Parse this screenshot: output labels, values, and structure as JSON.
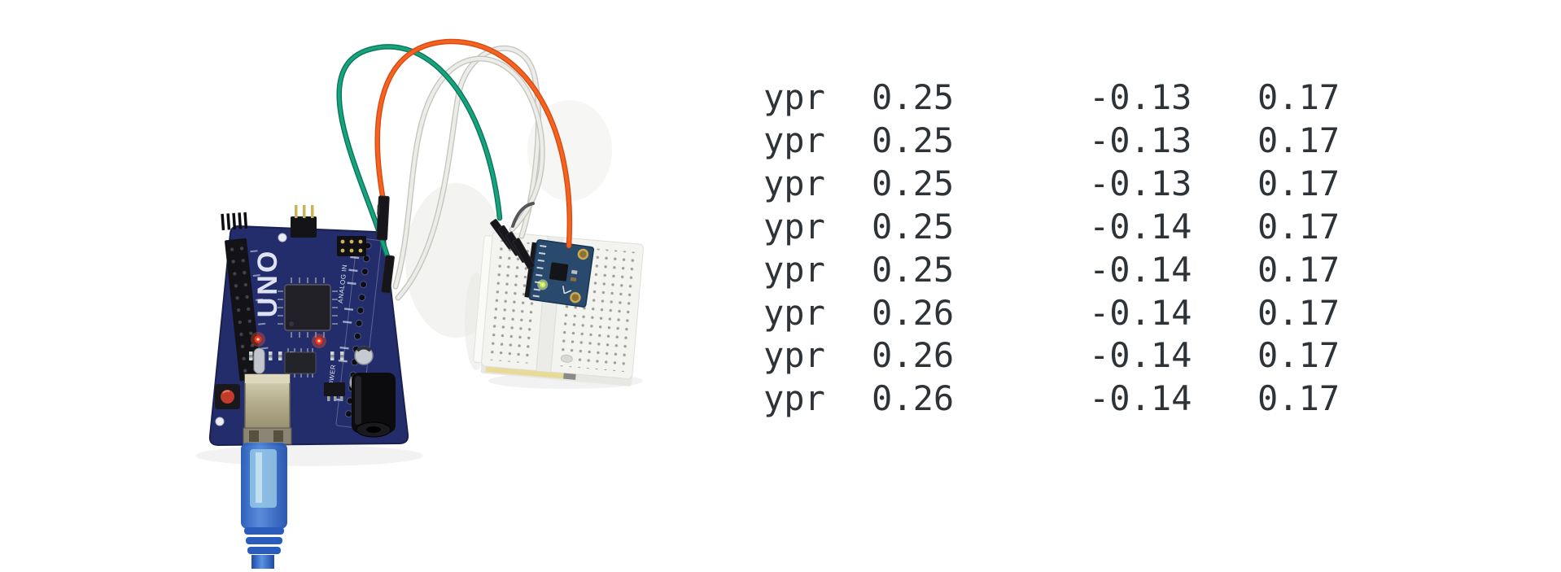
{
  "page": {
    "background": "#ffffff"
  },
  "photo": {
    "board_label": "UNO",
    "silkscreen_power": "POWER",
    "silkscreen_analog": "ANALOG IN",
    "colors": {
      "arduino_pcb": "#232d6b",
      "module_pcb": "#2a4a6d",
      "breadboard": "#f3f3f0",
      "wire_green": "#16a37e",
      "wire_orange": "#f66321",
      "wire_white": "#ecece8",
      "usb_cable_blue": "#2f6ed0",
      "led_red": "#ff2d12",
      "led_green": "#cdf23e"
    }
  },
  "serial_monitor": {
    "text_color": "#2e3338",
    "rows": [
      {
        "label": "ypr",
        "yaw": "0.25",
        "pitch": "-0.13",
        "roll": "0.17"
      },
      {
        "label": "ypr",
        "yaw": "0.25",
        "pitch": "-0.13",
        "roll": "0.17"
      },
      {
        "label": "ypr",
        "yaw": "0.25",
        "pitch": "-0.13",
        "roll": "0.17"
      },
      {
        "label": "ypr",
        "yaw": "0.25",
        "pitch": "-0.14",
        "roll": "0.17"
      },
      {
        "label": "ypr",
        "yaw": "0.25",
        "pitch": "-0.14",
        "roll": "0.17"
      },
      {
        "label": "ypr",
        "yaw": "0.26",
        "pitch": "-0.14",
        "roll": "0.17"
      },
      {
        "label": "ypr",
        "yaw": "0.26",
        "pitch": "-0.14",
        "roll": "0.17"
      },
      {
        "label": "ypr",
        "yaw": "0.26",
        "pitch": "-0.14",
        "roll": "0.17"
      }
    ]
  }
}
